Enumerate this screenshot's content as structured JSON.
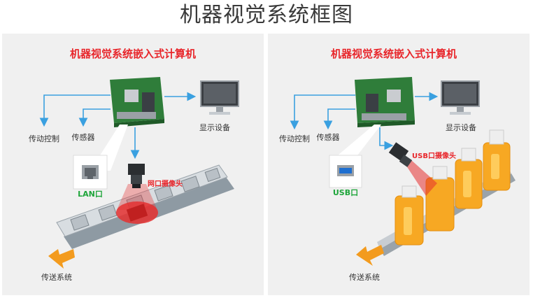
{
  "title": "机器视觉系统框图",
  "left": {
    "heading": "机器视觉系统嵌入式计算机",
    "display_label": "显示设备",
    "motion_label": "传动控制",
    "sensor_label": "传感器",
    "port_label": "LAN口",
    "camera_label": "网口摄像头",
    "conveyor_label": "传送系统"
  },
  "right": {
    "heading": "机器视觉系统嵌入式计算机",
    "display_label": "显示设备",
    "motion_label": "传动控制",
    "sensor_label": "传感器",
    "port_label": "USB口",
    "camera_label": "USB口摄像头",
    "conveyor_label": "传送系统"
  },
  "colors": {
    "heading_red": "#e8262b",
    "arrow_blue": "#3aa0e0",
    "port_green": "#1ea53a",
    "light_red": "#e53030",
    "bottle_orange": "#f7a823",
    "conveyor_arrow": "#f39b1e"
  }
}
